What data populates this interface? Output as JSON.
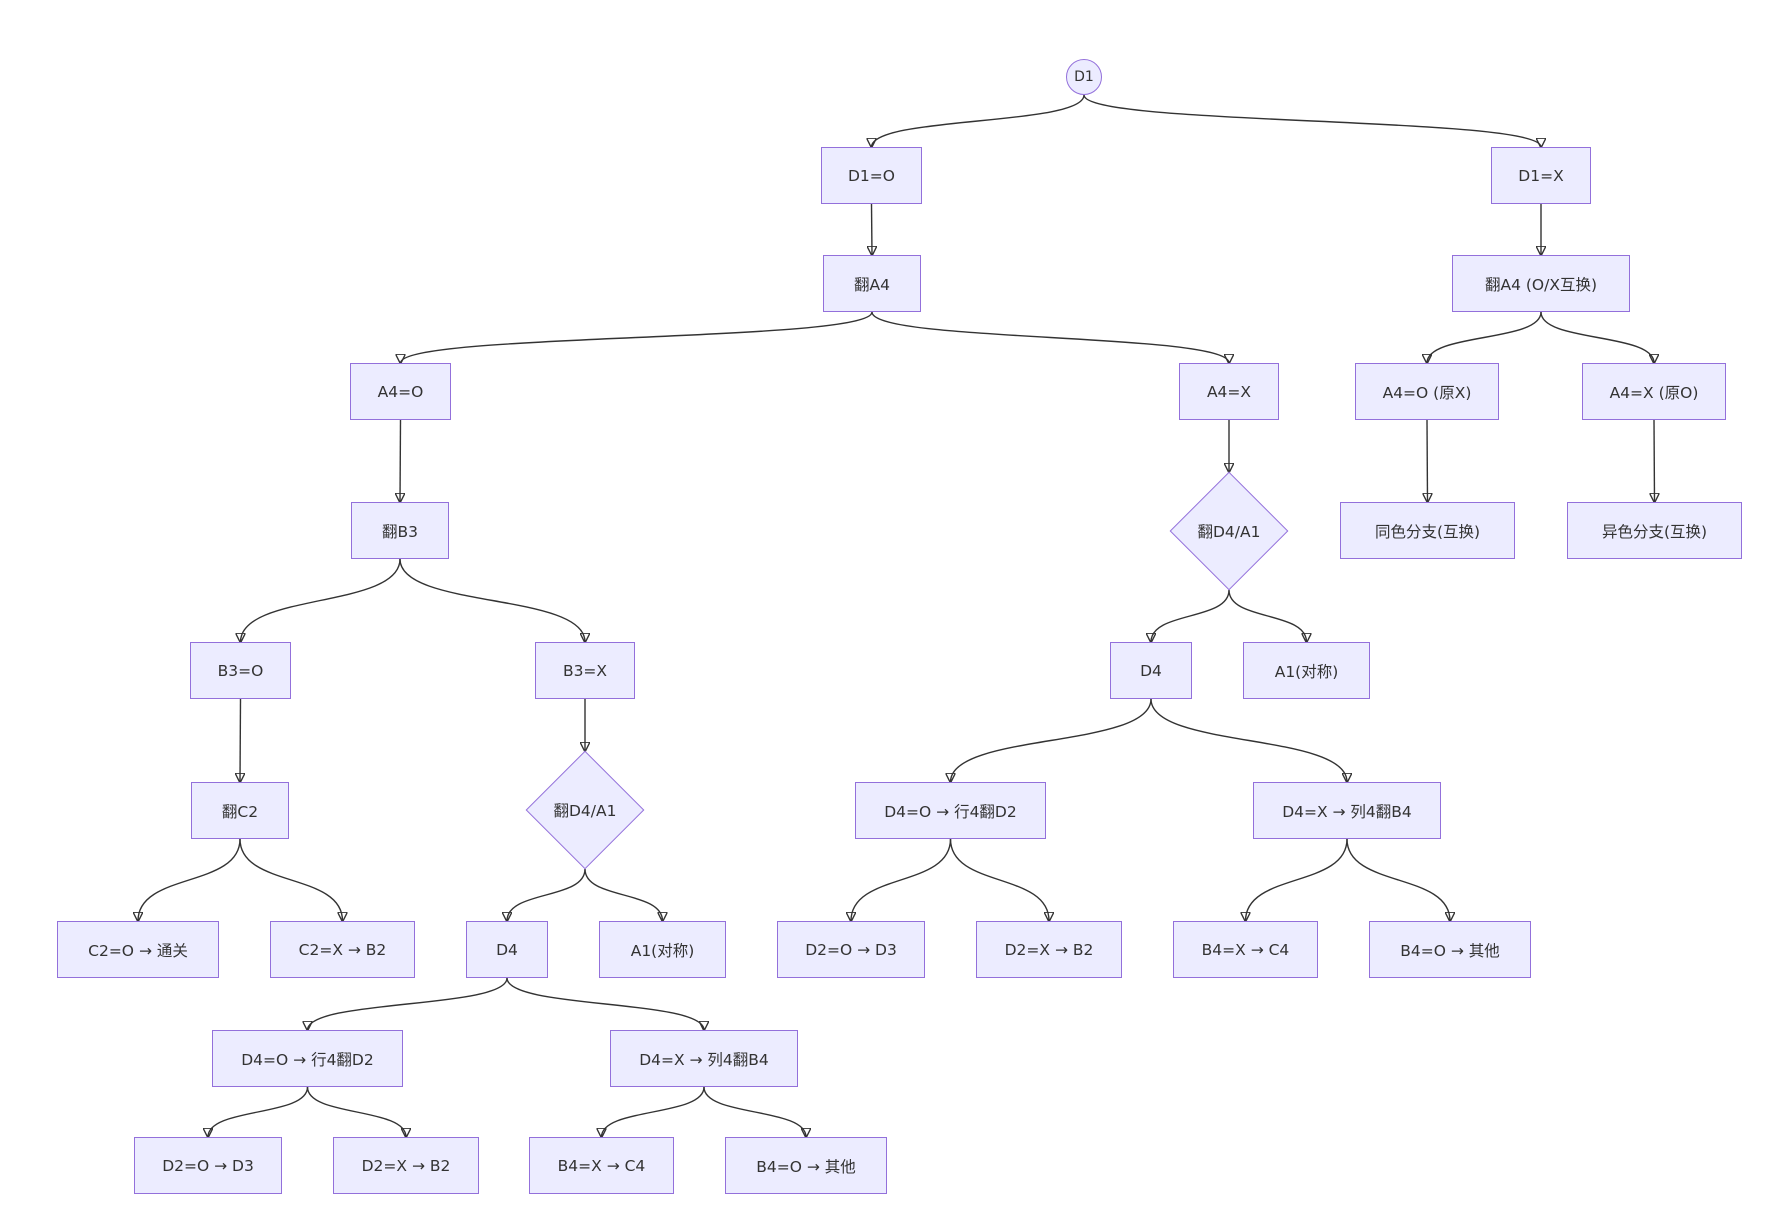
{
  "diagram": {
    "colors": {
      "node_fill": "#ECECFF",
      "node_border": "#9370DB",
      "edge": "#333333",
      "text": "#333333"
    },
    "nodes": [
      {
        "id": "d1",
        "label": "D1",
        "shape": "circle"
      },
      {
        "id": "d1o",
        "label": "D1=O",
        "shape": "rect"
      },
      {
        "id": "d1x",
        "label": "D1=X",
        "shape": "rect"
      },
      {
        "id": "flipA4",
        "label": "翻A4",
        "shape": "rect"
      },
      {
        "id": "flipA4swap",
        "label": "翻A4 (O/X互换)",
        "shape": "rect"
      },
      {
        "id": "a4o",
        "label": "A4=O",
        "shape": "rect"
      },
      {
        "id": "a4x",
        "label": "A4=X",
        "shape": "rect"
      },
      {
        "id": "a4o_orig",
        "label": "A4=O (原X)",
        "shape": "rect"
      },
      {
        "id": "a4x_orig",
        "label": "A4=X (原O)",
        "shape": "rect"
      },
      {
        "id": "same",
        "label": "同色分支(互换)",
        "shape": "rect"
      },
      {
        "id": "diff",
        "label": "异色分支(互换)",
        "shape": "rect"
      },
      {
        "id": "flipB3",
        "label": "翻B3",
        "shape": "rect"
      },
      {
        "id": "flipD4A1_r",
        "label": "翻D4/A1",
        "shape": "diamond"
      },
      {
        "id": "b3o",
        "label": "B3=O",
        "shape": "rect"
      },
      {
        "id": "b3x",
        "label": "B3=X",
        "shape": "rect"
      },
      {
        "id": "d4_r",
        "label": "D4",
        "shape": "rect"
      },
      {
        "id": "a1_r",
        "label": "A1(对称)",
        "shape": "rect"
      },
      {
        "id": "flipC2",
        "label": "翻C2",
        "shape": "rect"
      },
      {
        "id": "flipD4A1_l",
        "label": "翻D4/A1",
        "shape": "diamond"
      },
      {
        "id": "d4o_r",
        "label": "D4=O → 行4翻D2",
        "shape": "rect"
      },
      {
        "id": "d4x_r",
        "label": "D4=X → 列4翻B4",
        "shape": "rect"
      },
      {
        "id": "c2o",
        "label": "C2=O → 通关",
        "shape": "rect"
      },
      {
        "id": "c2x",
        "label": "C2=X → B2",
        "shape": "rect"
      },
      {
        "id": "d4_l",
        "label": "D4",
        "shape": "rect"
      },
      {
        "id": "a1_l",
        "label": "A1(对称)",
        "shape": "rect"
      },
      {
        "id": "d2o_r",
        "label": "D2=O → D3",
        "shape": "rect"
      },
      {
        "id": "d2x_r",
        "label": "D2=X → B2",
        "shape": "rect"
      },
      {
        "id": "b4x_r",
        "label": "B4=X → C4",
        "shape": "rect"
      },
      {
        "id": "b4o_r",
        "label": "B4=O → 其他",
        "shape": "rect"
      },
      {
        "id": "d4o_l",
        "label": "D4=O → 行4翻D2",
        "shape": "rect"
      },
      {
        "id": "d4x_l",
        "label": "D4=X → 列4翻B4",
        "shape": "rect"
      },
      {
        "id": "d2o_l",
        "label": "D2=O → D3",
        "shape": "rect"
      },
      {
        "id": "d2x_l",
        "label": "D2=X → B2",
        "shape": "rect"
      },
      {
        "id": "b4x_l",
        "label": "B4=X → C4",
        "shape": "rect"
      },
      {
        "id": "b4o_l",
        "label": "B4=O → 其他",
        "shape": "rect"
      }
    ],
    "edges": [
      [
        "d1",
        "d1o"
      ],
      [
        "d1",
        "d1x"
      ],
      [
        "d1o",
        "flipA4"
      ],
      [
        "d1x",
        "flipA4swap"
      ],
      [
        "flipA4",
        "a4o"
      ],
      [
        "flipA4",
        "a4x"
      ],
      [
        "flipA4swap",
        "a4o_orig"
      ],
      [
        "flipA4swap",
        "a4x_orig"
      ],
      [
        "a4o_orig",
        "same"
      ],
      [
        "a4x_orig",
        "diff"
      ],
      [
        "a4o",
        "flipB3"
      ],
      [
        "a4x",
        "flipD4A1_r"
      ],
      [
        "flipB3",
        "b3o"
      ],
      [
        "flipB3",
        "b3x"
      ],
      [
        "flipD4A1_r",
        "d4_r"
      ],
      [
        "flipD4A1_r",
        "a1_r"
      ],
      [
        "b3o",
        "flipC2"
      ],
      [
        "b3x",
        "flipD4A1_l"
      ],
      [
        "d4_r",
        "d4o_r"
      ],
      [
        "d4_r",
        "d4x_r"
      ],
      [
        "flipC2",
        "c2o"
      ],
      [
        "flipC2",
        "c2x"
      ],
      [
        "flipD4A1_l",
        "d4_l"
      ],
      [
        "flipD4A1_l",
        "a1_l"
      ],
      [
        "d4o_r",
        "d2o_r"
      ],
      [
        "d4o_r",
        "d2x_r"
      ],
      [
        "d4x_r",
        "b4x_r"
      ],
      [
        "d4x_r",
        "b4o_r"
      ],
      [
        "d4_l",
        "d4o_l"
      ],
      [
        "d4_l",
        "d4x_l"
      ],
      [
        "d4o_l",
        "d2o_l"
      ],
      [
        "d4o_l",
        "d2x_l"
      ],
      [
        "d4x_l",
        "b4x_l"
      ],
      [
        "d4x_l",
        "b4o_l"
      ]
    ]
  }
}
